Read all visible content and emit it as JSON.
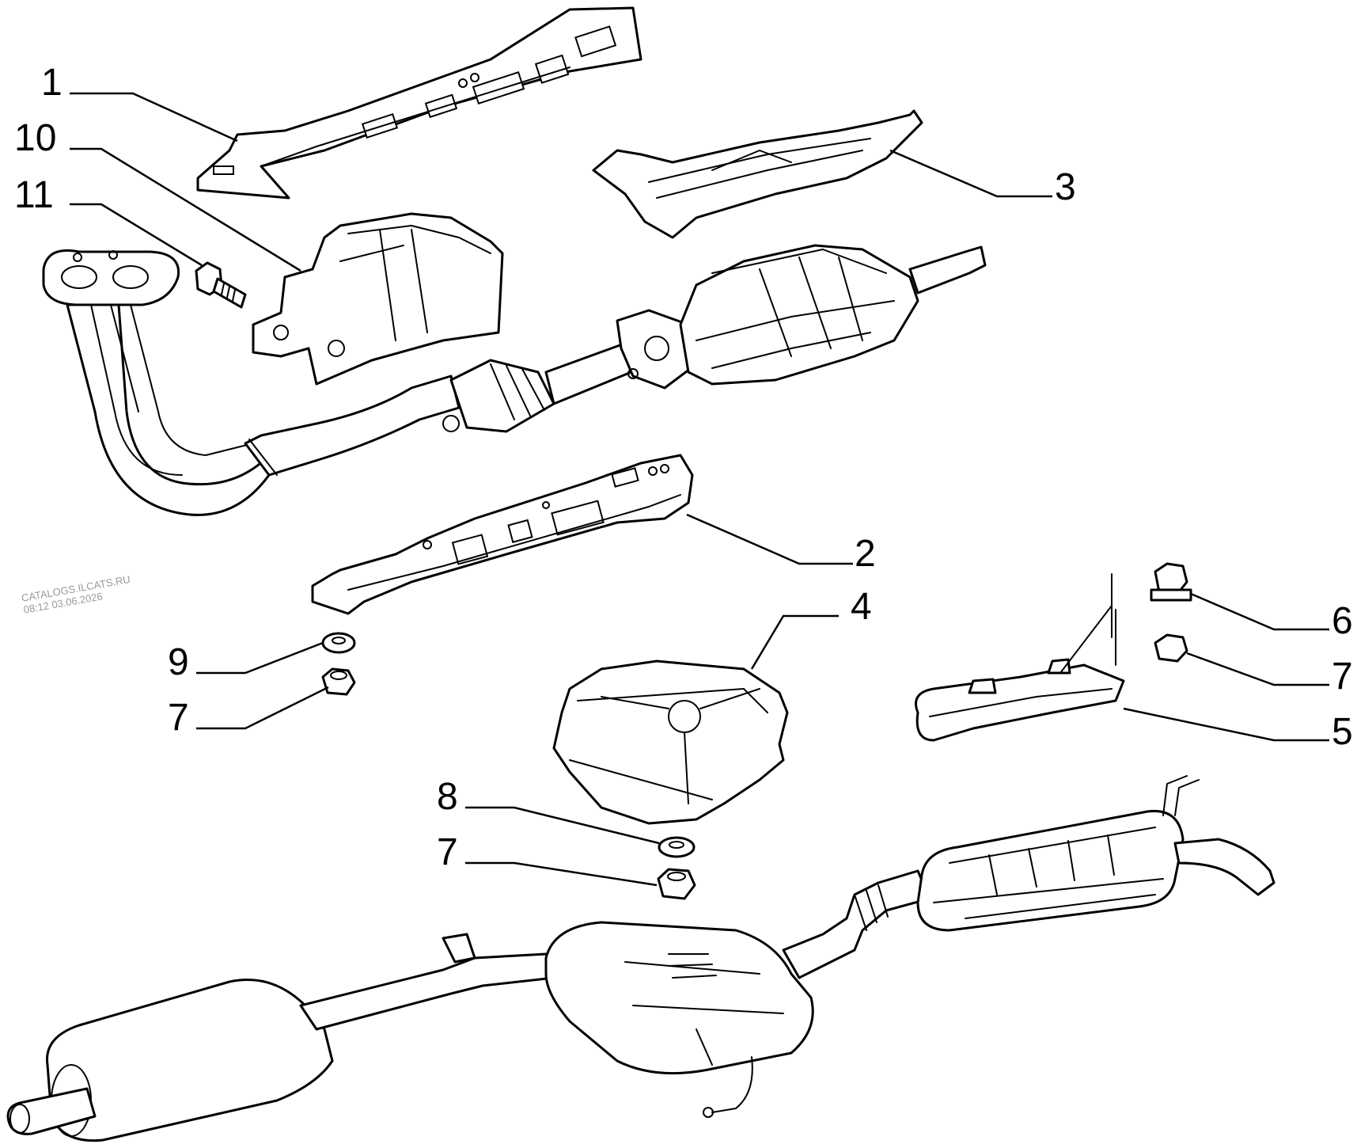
{
  "watermark": {
    "line1": "CATALOGS.ILCATS.RU",
    "line2": "08:12 03.06.2026"
  },
  "callouts": {
    "c1": "1",
    "c2": "2",
    "c3": "3",
    "c4": "4",
    "c5": "5",
    "c6": "6",
    "c7a": "7",
    "c7b": "7",
    "c7c": "7",
    "c8": "8",
    "c9": "9",
    "c10": "10",
    "c11": "11"
  }
}
